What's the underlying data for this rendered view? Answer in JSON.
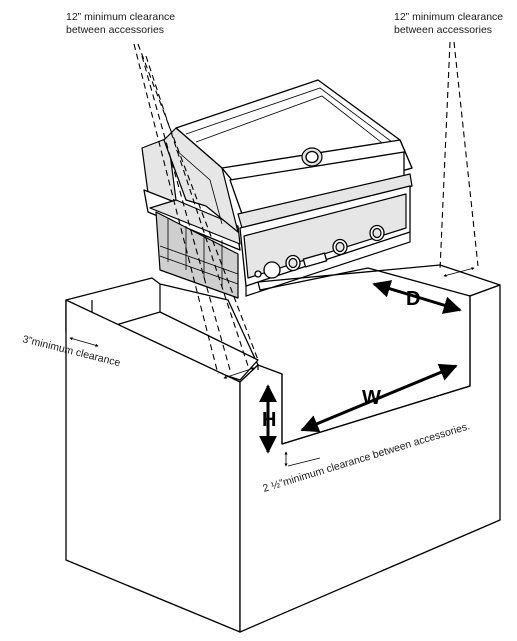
{
  "labels": {
    "clearance_left_line1": "12” minimum clearance",
    "clearance_left_line2": "between accessories",
    "clearance_right_line1": "12” minimum clearance",
    "clearance_right_line2": "between accessories",
    "side_clearance": "3”minimum clearance",
    "bottom_clearance": "2 ½”minimum clearance between accessories."
  },
  "dimensions": {
    "depth": "D",
    "width": "W",
    "height": "H"
  },
  "icons": [
    "grill-icon",
    "knob-icon",
    "arrow-icon"
  ],
  "colors": {
    "line": "#000000",
    "panel": "#e6e6e6"
  }
}
